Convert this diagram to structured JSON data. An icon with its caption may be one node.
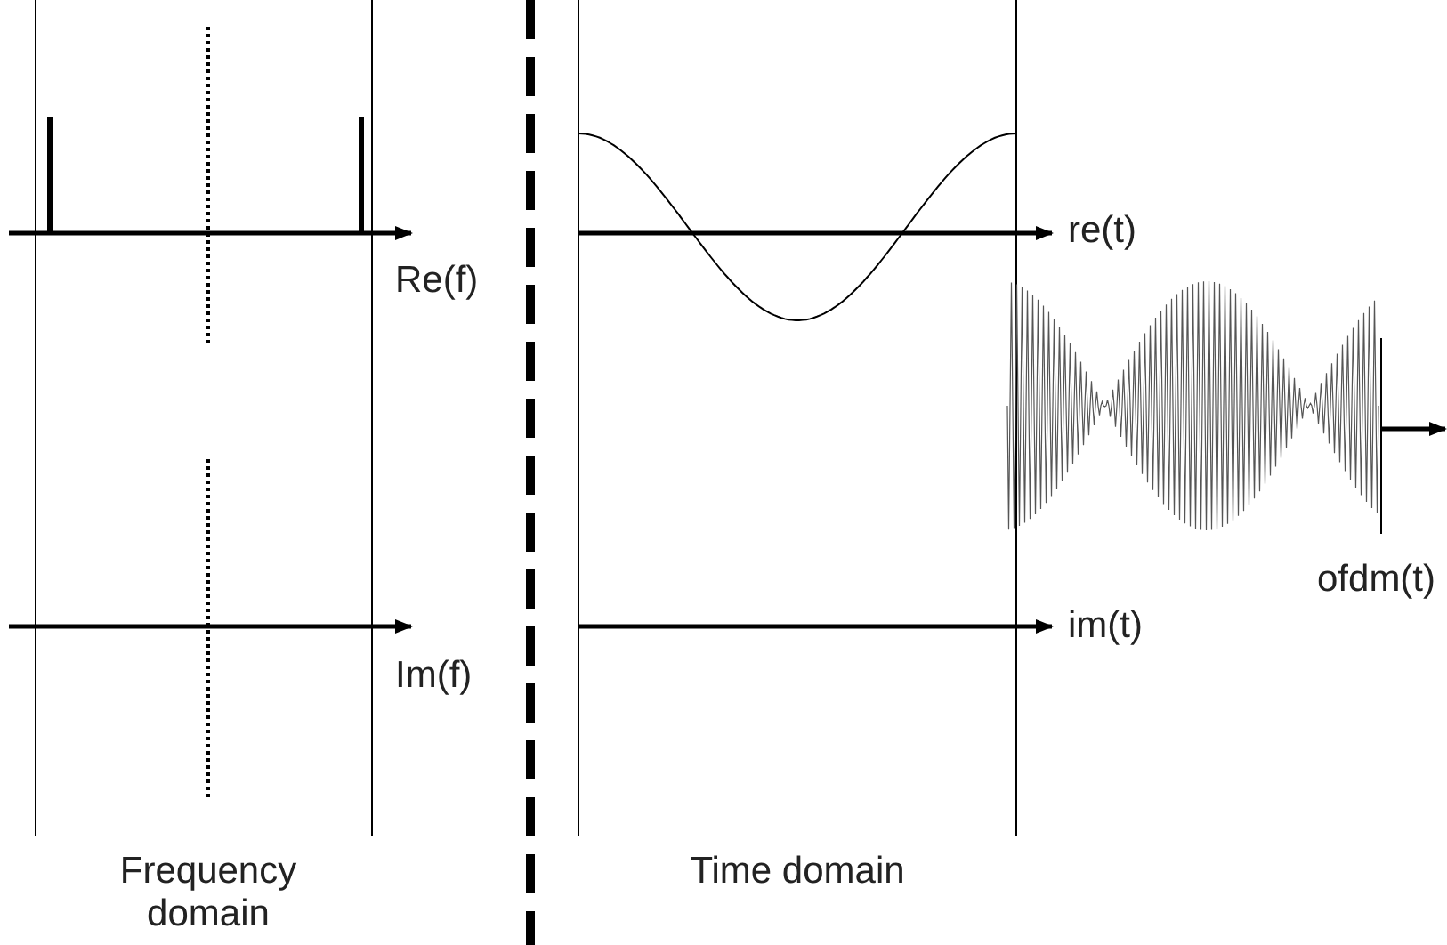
{
  "diagram": {
    "labels": [
      "Re(f)",
      "re(t)",
      "ofdm(t)",
      "Im(f)",
      "im(t)",
      "Frequency domain",
      "Time domain"
    ]
  }
}
